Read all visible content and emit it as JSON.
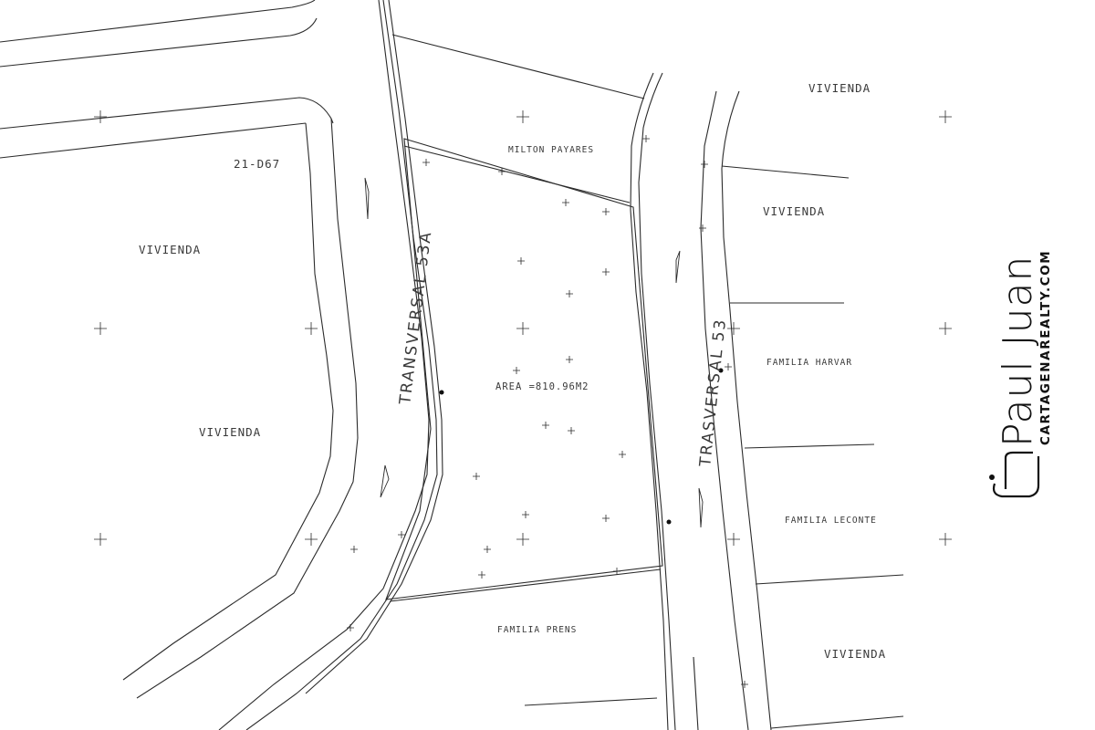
{
  "plan": {
    "lot_area": "AREA =810.96M2",
    "sheet_code": "21-D67",
    "streets": [
      {
        "name": "TRANSVERSAL 53A"
      },
      {
        "name": "TRASVERSAL 53"
      }
    ],
    "parcels": [
      {
        "label": "VIVIENDA",
        "position": "top-right"
      },
      {
        "label": "VIVIENDA",
        "position": "right-upper"
      },
      {
        "label": "VIVIENDA",
        "position": "left-upper"
      },
      {
        "label": "VIVIENDA",
        "position": "left-lower"
      },
      {
        "label": "VIVIENDA",
        "position": "bottom-right"
      },
      {
        "label": "MILTON PAYARES",
        "position": "north-neighbor"
      },
      {
        "label": "FAMILIA HARVAR",
        "position": "east-1"
      },
      {
        "label": "FAMILIA LECONTE",
        "position": "east-2"
      },
      {
        "label": "FAMILIA PRENS",
        "position": "south-neighbor"
      }
    ],
    "colors": {
      "line": "#2b2b2b",
      "text": "#3a3a3a",
      "background": "#ffffff"
    }
  },
  "watermark": {
    "name": "Paul Juan",
    "site": "CARTAGENAREALTY.COM",
    "icon": "pj-monogram-icon"
  }
}
